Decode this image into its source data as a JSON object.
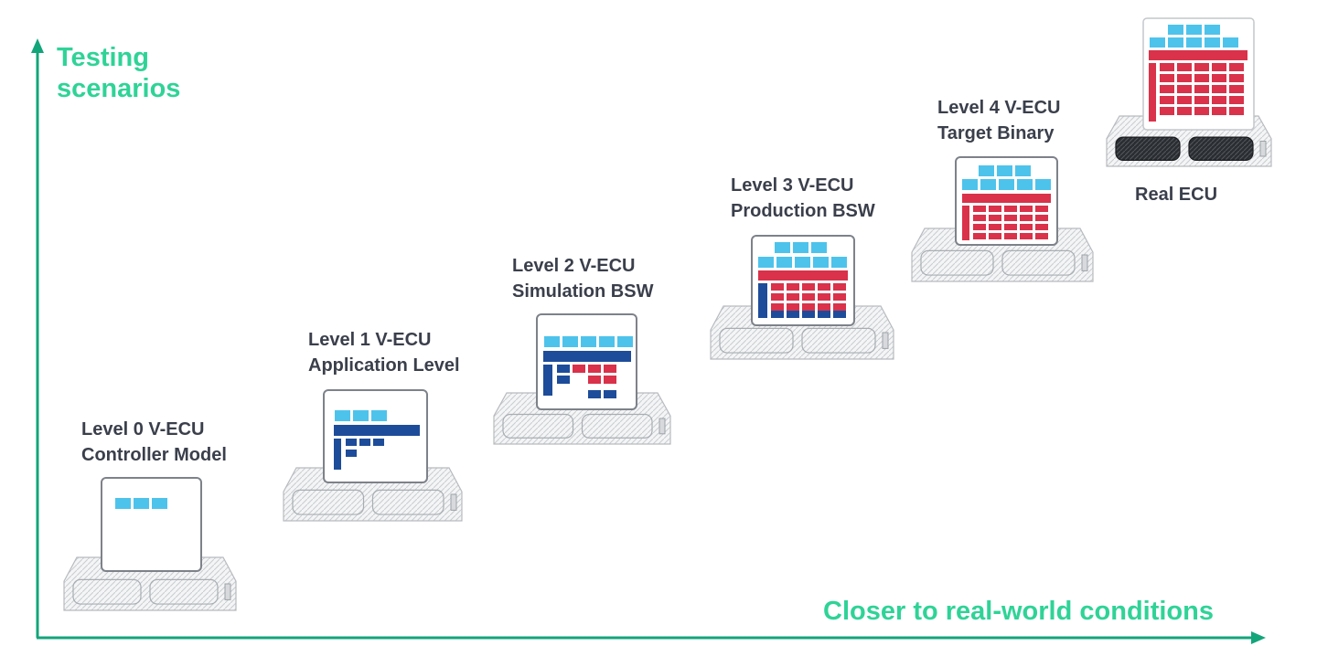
{
  "axes": {
    "y_title_lines": [
      "Testing",
      "scenarios"
    ],
    "x_title": "Closer to real-world conditions",
    "axis_color": "#13a57a",
    "title_color": "#2fd397"
  },
  "colors": {
    "light_blue": "#4dc3ec",
    "dark_blue": "#1d4c9a",
    "red": "#d9324a",
    "label_text": "#3a3f4b"
  },
  "levels": [
    {
      "id": "level-0",
      "line1": "Level 0 V-ECU",
      "line2": "Controller Model",
      "icon": "ecu-level0-icon"
    },
    {
      "id": "level-1",
      "line1": "Level 1 V-ECU",
      "line2": "Application Level",
      "icon": "ecu-level1-icon"
    },
    {
      "id": "level-2",
      "line1": "Level 2 V-ECU",
      "line2": "Simulation BSW",
      "icon": "ecu-level2-icon"
    },
    {
      "id": "level-3",
      "line1": "Level 3 V-ECU",
      "line2": "Production BSW",
      "icon": "ecu-level3-icon"
    },
    {
      "id": "level-4",
      "line1": "Level 4 V-ECU",
      "line2": "Target Binary",
      "icon": "ecu-level4-icon"
    },
    {
      "id": "real-ecu",
      "line1": "Real ECU",
      "line2": "",
      "icon": "real-ecu-icon"
    }
  ]
}
